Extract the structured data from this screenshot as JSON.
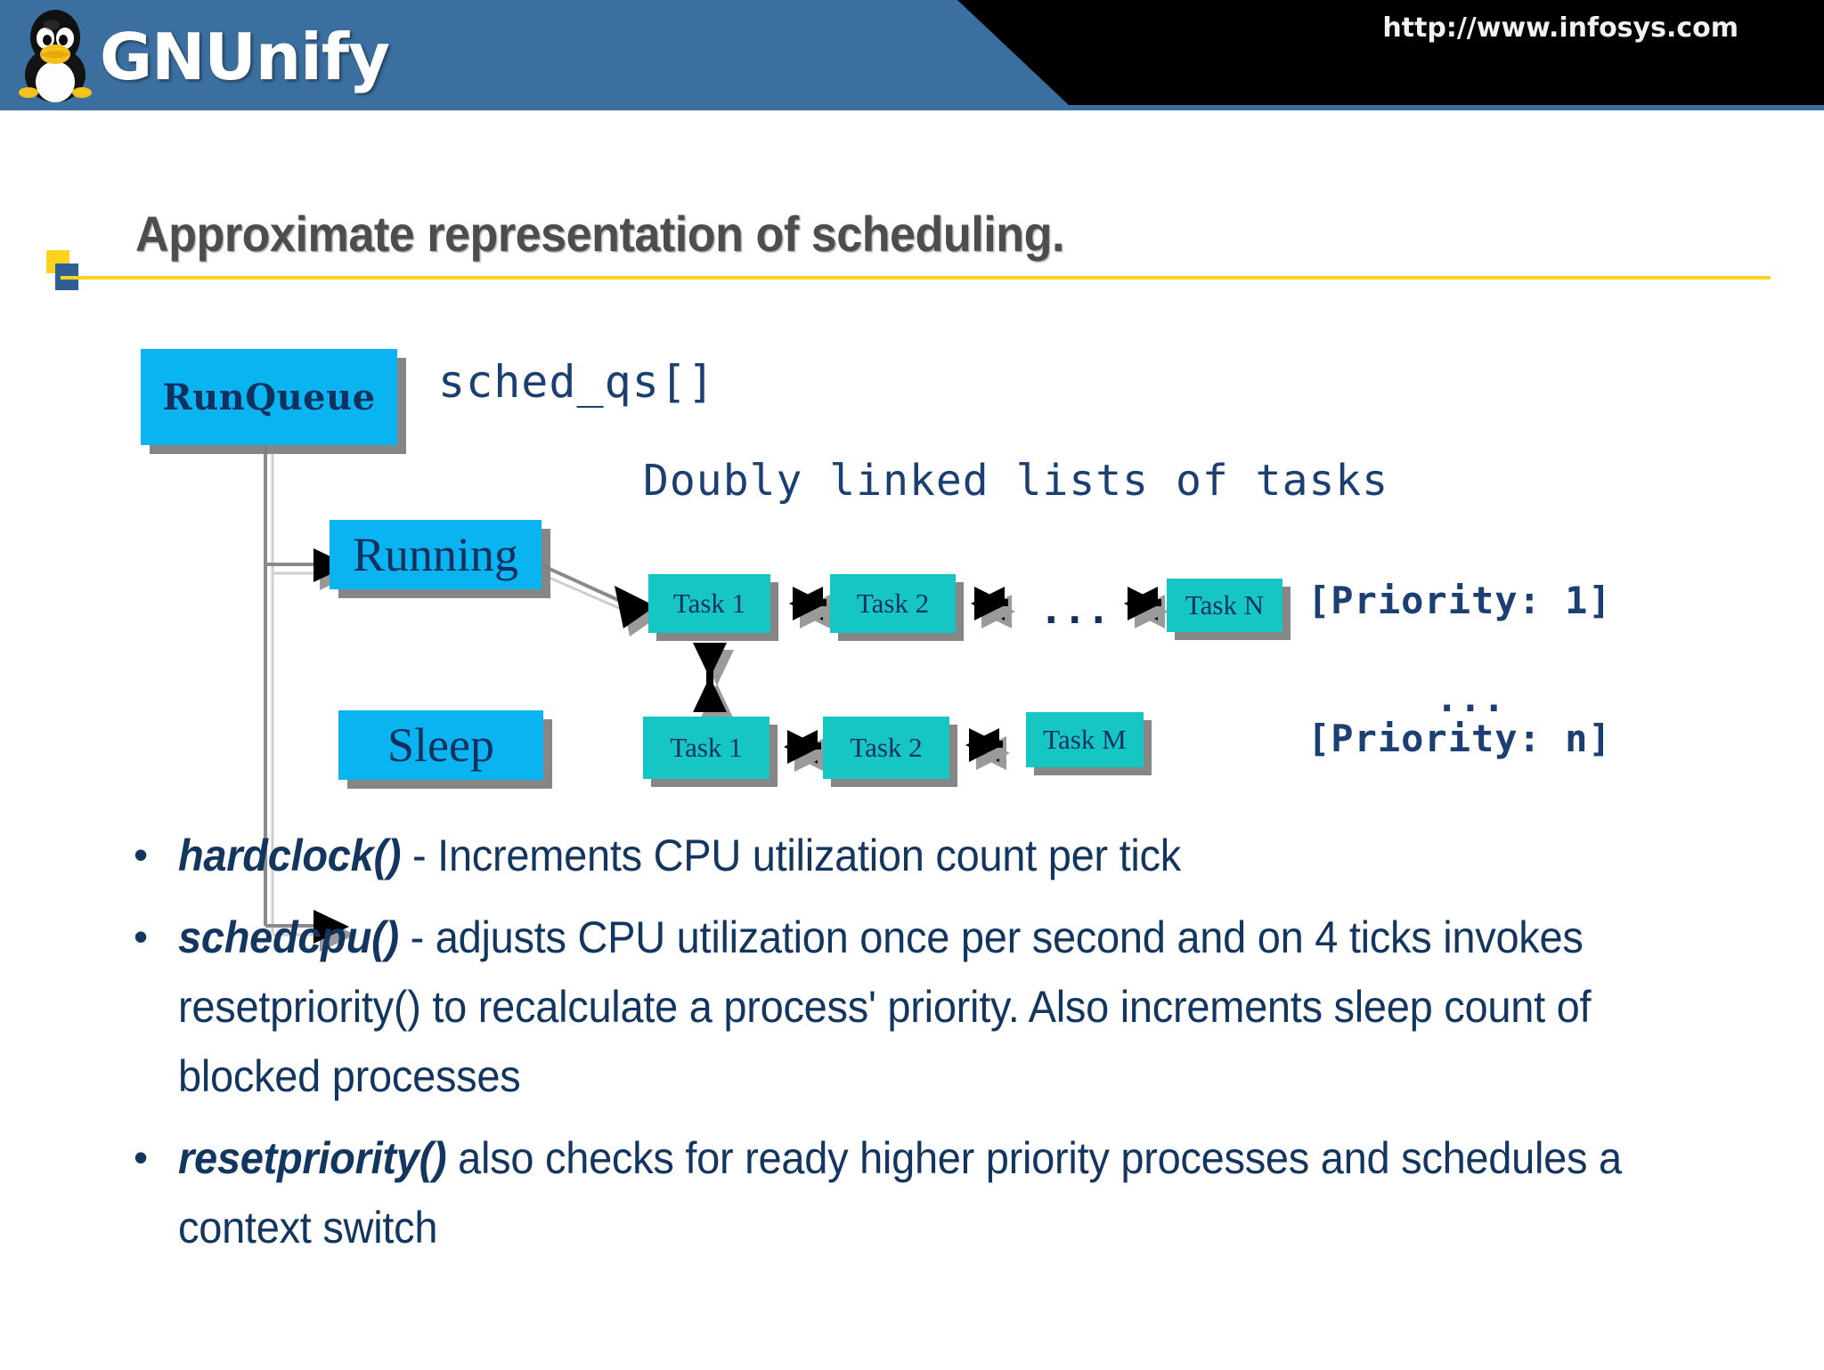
{
  "header": {
    "brand": "GNUnify",
    "url": "http://www.infosys.com",
    "logo_icon": "tux-penguin-icon",
    "bar_color": "#3a6f9f",
    "top_band_color": "#000000"
  },
  "title": {
    "text": "Approximate representation of scheduling.",
    "rule_color": "#ffd31f",
    "accent_square_yellow": "#ffd31f",
    "accent_square_blue": "#2f6093"
  },
  "diagram": {
    "runqueue_box": "RunQueue",
    "sched_qs_label": "sched_qs[]",
    "doubly_linked_label": "Doubly linked lists of tasks",
    "state_boxes": [
      {
        "label": "Running"
      },
      {
        "label": "Sleep"
      }
    ],
    "task_rows": [
      {
        "tasks": [
          "Task 1",
          "Task 2",
          "Task N"
        ],
        "ellipsis": "...",
        "priority_label": "[Priority:  1]"
      },
      {
        "tasks": [
          "Task 1",
          "Task 2",
          "Task M"
        ],
        "ellipsis": "",
        "priority_label": "[Priority:  n]"
      }
    ],
    "priority_gap_dots": "...",
    "colors": {
      "state_box": "#0ab4f0",
      "task_box": "#16c6c3",
      "text": "#10315e",
      "shadow": "#808080"
    }
  },
  "bullets": [
    {
      "marker": "•",
      "fn": "hardclock()",
      "rest": " - Increments CPU utilization count per tick"
    },
    {
      "marker": "•",
      "fn": "schedcpu()",
      "rest": " - adjusts CPU utilization once per second and on 4 ticks invokes resetpriority() to recalculate a process' priority. Also increments sleep count of blocked processes"
    },
    {
      "marker": "•",
      "fn": "resetpriority()",
      "rest": " also checks for ready higher priority processes and schedules a context switch"
    }
  ]
}
